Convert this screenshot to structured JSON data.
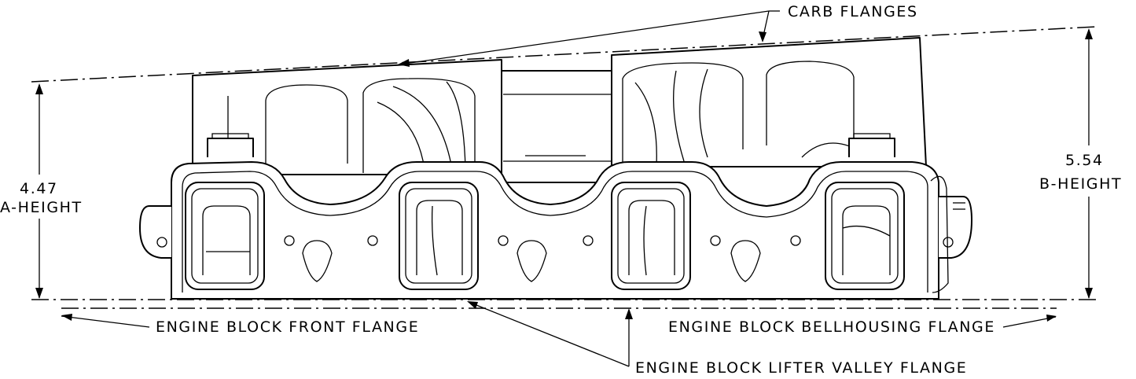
{
  "labels": {
    "carb_flanges": "CARB FLANGES",
    "a_value": "4.47",
    "a_label": "A-HEIGHT",
    "b_value": "5.54",
    "b_label": "B-HEIGHT",
    "front_flange": "ENGINE BLOCK FRONT FLANGE",
    "bellhousing_flange": "ENGINE BLOCK BELLHOUSING FLANGE",
    "lifter_valley_flange": "ENGINE BLOCK LIFTER VALLEY FLANGE"
  }
}
